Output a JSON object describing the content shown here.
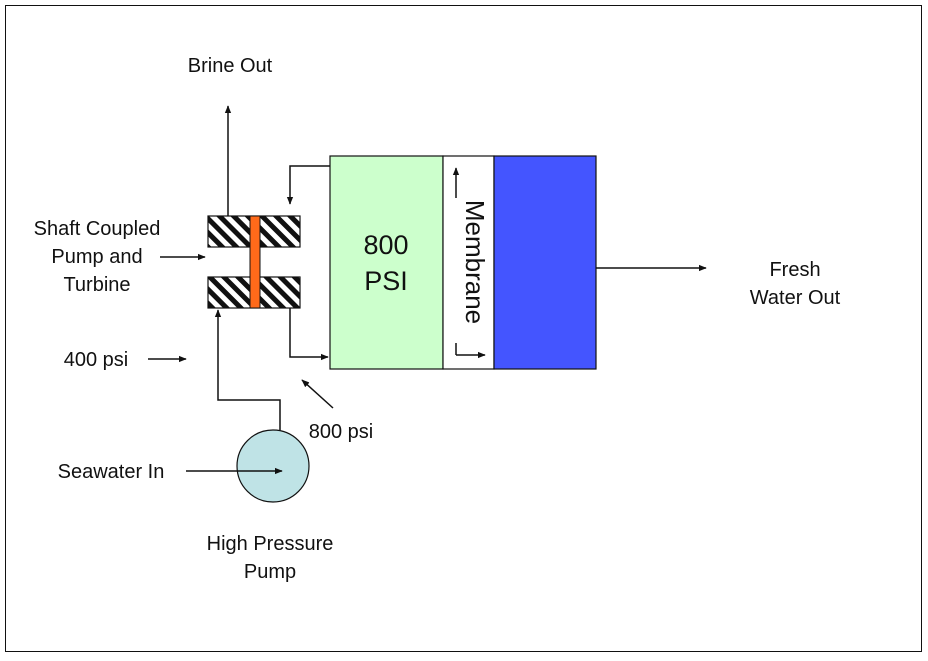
{
  "labels": {
    "brine_out": "Brine Out",
    "shaft_coupled_line1": "Shaft Coupled",
    "shaft_coupled_line2": "Pump and",
    "shaft_coupled_line3": "Turbine",
    "pressure_400": "400 psi",
    "pressure_800": "800 psi",
    "seawater_in": "Seawater In",
    "hp_pump_line1": "High Pressure",
    "hp_pump_line2": "Pump",
    "chamber_line1": "800",
    "chamber_line2": "PSI",
    "membrane": "Membrane",
    "fresh_water_line1": "Fresh",
    "fresh_water_line2": "Water Out"
  },
  "colors": {
    "pressure_chamber": "#ccffcc",
    "fresh_water_chamber": "#4455ff",
    "shaft": "#ff6a1a",
    "pump": "#bfe3e6",
    "membrane": "#ffffff",
    "line": "#111111"
  }
}
